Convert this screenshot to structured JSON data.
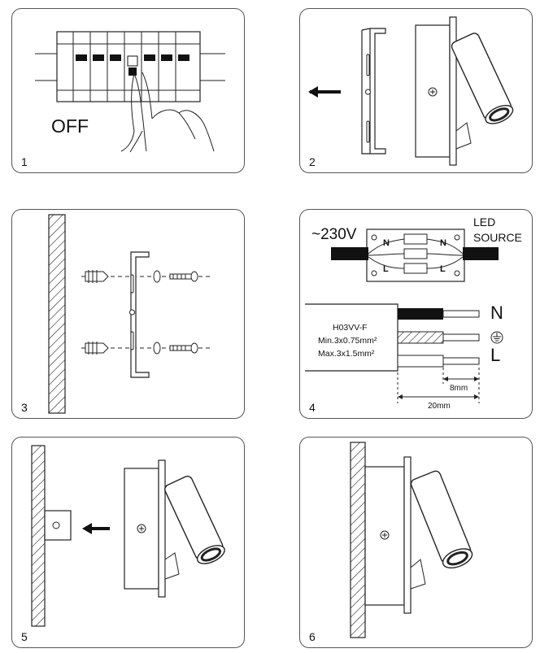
{
  "steps": [
    {
      "number": "1",
      "label": "OFF"
    },
    {
      "number": "2"
    },
    {
      "number": "3"
    },
    {
      "number": "4"
    },
    {
      "number": "5"
    },
    {
      "number": "6"
    }
  ],
  "wiring": {
    "voltage": "~230V",
    "led_line1": "LED",
    "led_line2": "SOURCE",
    "terminal_n": "N",
    "terminal_l": "L",
    "cable_type": "H03VV-F",
    "cable_min": "Min.3x0.75mm²",
    "cable_max": "Max.3x1.5mm²",
    "wire_n": "N",
    "wire_l": "L",
    "strip_short": "8mm",
    "strip_long": "20mm"
  }
}
